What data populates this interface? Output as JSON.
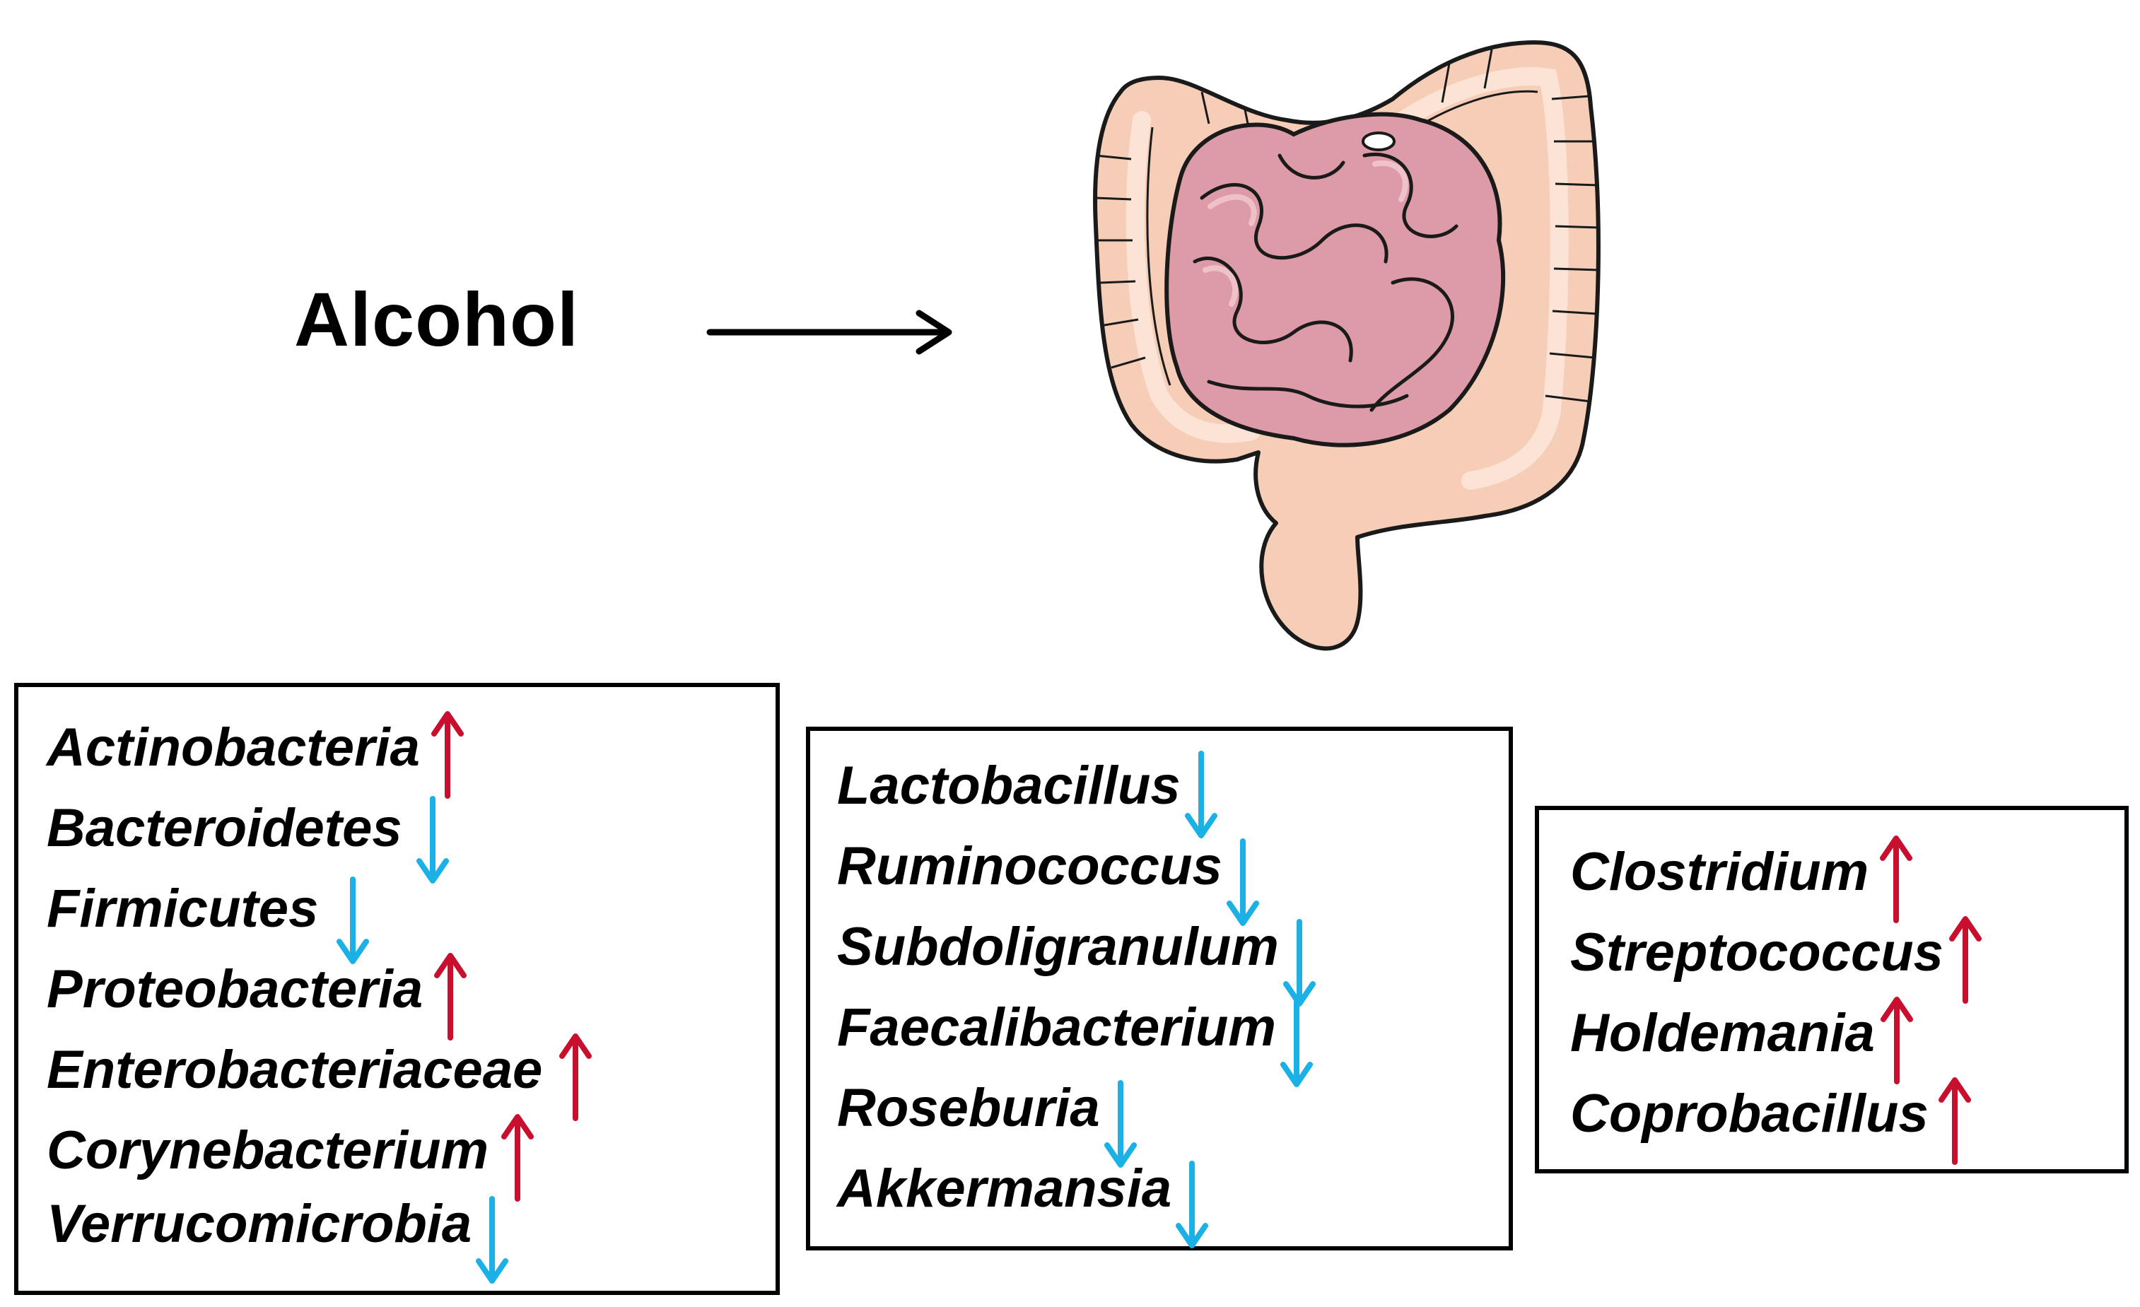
{
  "trigger": {
    "label": "Alcohol"
  },
  "colors": {
    "increase": "#c8102e",
    "decrease": "#1bb0e6",
    "outline": "#000000"
  },
  "icons": {
    "organ": "intestine-illustration-icon",
    "increase": "arrow-up-icon",
    "decrease": "arrow-down-icon"
  },
  "groups": [
    {
      "items": [
        {
          "name": "Actinobacteria",
          "change": "up"
        },
        {
          "name": "Bacteroidetes",
          "change": "down"
        },
        {
          "name": "Firmicutes",
          "change": "down"
        },
        {
          "name": "Proteobacteria",
          "change": "up"
        },
        {
          "name": "Enterobacteriaceae",
          "change": "up"
        },
        {
          "name": "Corynebacterium",
          "change": "up"
        },
        {
          "name": "Verrucomicrobia",
          "change": "down"
        }
      ]
    },
    {
      "items": [
        {
          "name": "Lactobacillus",
          "change": "down"
        },
        {
          "name": "Ruminococcus",
          "change": "down"
        },
        {
          "name": "Subdoligranulum",
          "change": "down"
        },
        {
          "name": "Faecalibacterium",
          "change": "down"
        },
        {
          "name": "Roseburia",
          "change": "down"
        },
        {
          "name": "Akkermansia",
          "change": "down"
        }
      ]
    },
    {
      "items": [
        {
          "name": "Clostridium",
          "change": "up"
        },
        {
          "name": "Streptococcus",
          "change": "up"
        },
        {
          "name": "Holdemania",
          "change": "up"
        },
        {
          "name": "Coprobacillus",
          "change": "up"
        }
      ]
    }
  ]
}
